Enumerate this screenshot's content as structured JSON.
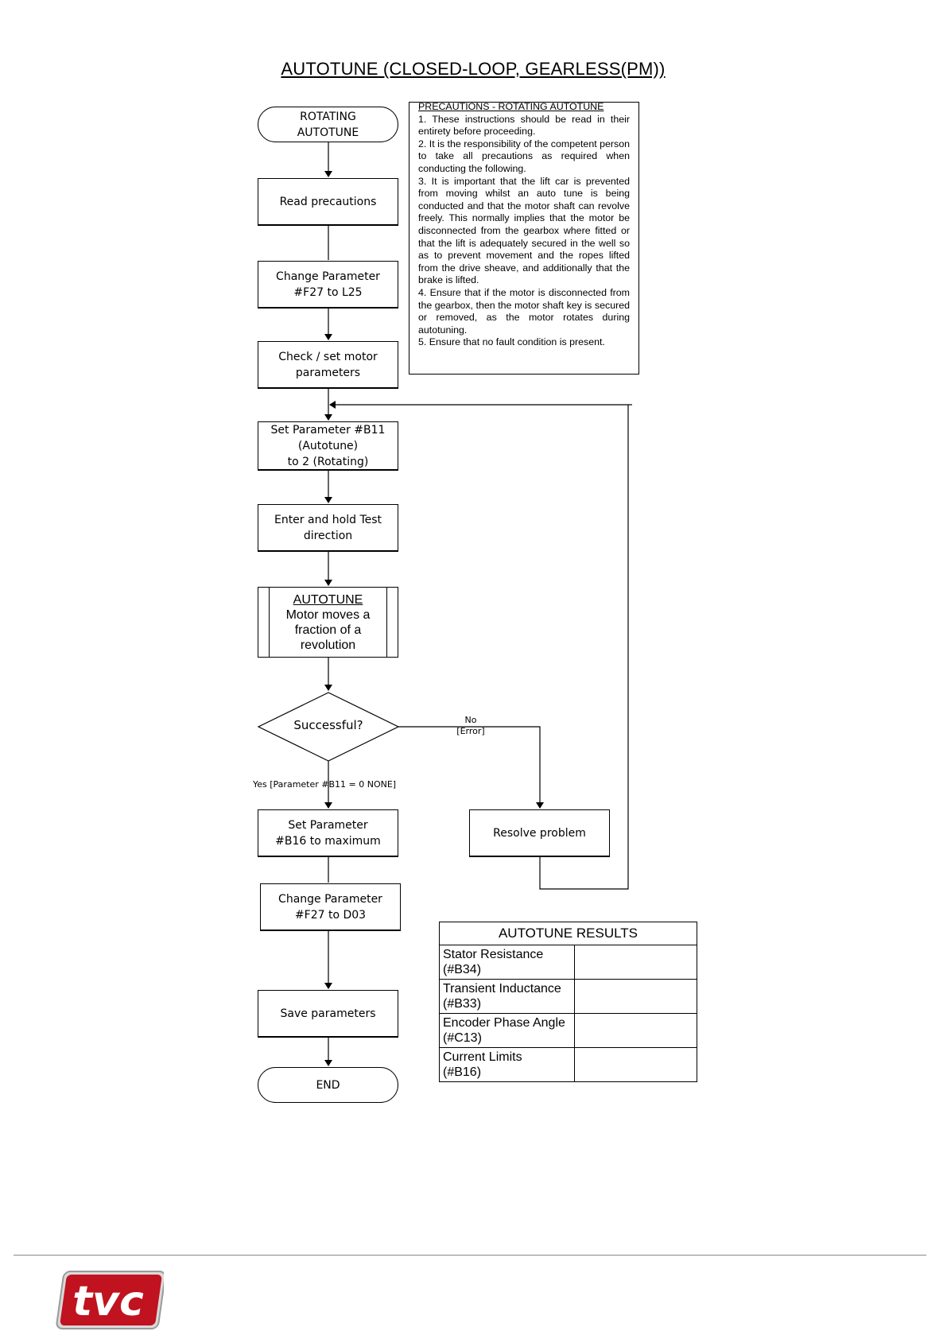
{
  "title": "AUTOTUNE (CLOSED-LOOP, GEARLESS(PM))",
  "nodes": {
    "start_line1": "ROTATING",
    "start_line2": "AUTOTUNE",
    "read_precautions": "Read precautions",
    "change_param_l25_line1": "Change Parameter",
    "change_param_l25_line2": "#F27 to L25",
    "check_motor_line1": "Check / set motor",
    "check_motor_line2": "parameters",
    "set_b11_line1": "Set Parameter #B11",
    "set_b11_line2": "(Autotune)",
    "set_b11_line3": "to 2 (Rotating)",
    "enter_test_line1": "Enter and hold Test",
    "enter_test_line2": "direction",
    "autotune_heading": "AUTOTUNE",
    "autotune_line1": "Motor moves a",
    "autotune_line2": "fraction of a",
    "autotune_line3": "revolution",
    "decision": "Successful?",
    "no_label_line1": "No",
    "no_label_line2": "[Error]",
    "yes_label": "Yes [Parameter #B11 = 0 NONE]",
    "set_b16_line1": "Set Parameter",
    "set_b16_line2": "#B16 to maximum",
    "resolve": "Resolve problem",
    "change_param_d03_line1": "Change Parameter",
    "change_param_d03_line2": "#F27 to D03",
    "save": "Save parameters",
    "end": "END"
  },
  "precautions": {
    "heading": "PRECAUTIONS - ROTATING AUTOTUNE",
    "items": [
      "1. These instructions should be read in their entirety before proceeding.",
      "2. It is the responsibility of the competent person to take all precautions as required when conducting the following.",
      "3. It is important that the lift car is prevented from moving whilst an auto tune is being conducted and that the motor shaft can revolve freely. This normally implies that the motor be disconnected from the gearbox where fitted or that the lift is adequately secured in the well so as to prevent movement and the ropes lifted from the drive sheave, and additionally that the brake is lifted.",
      "4. Ensure that if the motor is disconnected from the gearbox, then the motor shaft key is secured or removed, as the motor rotates during autotuning.",
      "5. Ensure that no fault condition is present."
    ]
  },
  "results": {
    "heading": "AUTOTUNE RESULTS",
    "rows": [
      {
        "label1": "Stator Resistance",
        "label2": "(#B34)",
        "value": ""
      },
      {
        "label1": "Transient Inductance",
        "label2": "(#B33)",
        "value": ""
      },
      {
        "label1": "Encoder Phase Angle",
        "label2": "(#C13)",
        "value": ""
      },
      {
        "label1": "Current Limits",
        "label2": "(#B16)",
        "value": ""
      }
    ]
  },
  "logo": "tvc",
  "colors": {
    "logo_red": "#c1121f",
    "logo_border": "#9a9a9a"
  }
}
